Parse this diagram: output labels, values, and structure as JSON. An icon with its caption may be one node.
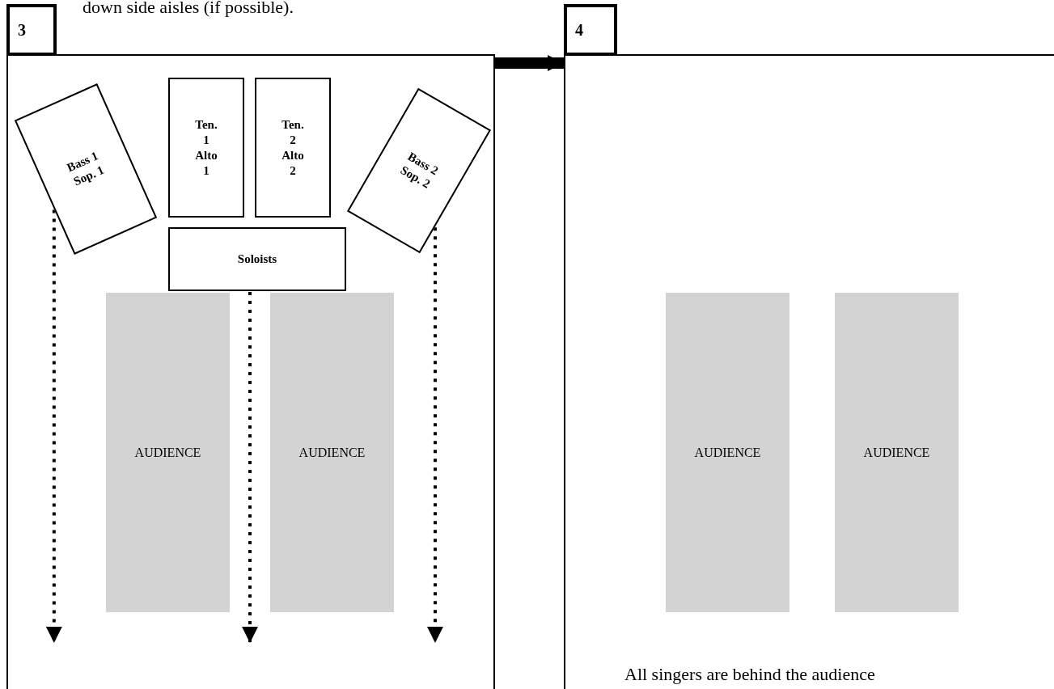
{
  "diagram": {
    "nodes": [
      {
        "text": [
          "3"
        ]
      },
      {
        "text": [
          "Bass 1 Sop. 1"
        ],
        "in": 0
      },
      {
        "text": [
          "Ten. 1 Alto 1"
        ],
        "in": 0
      },
      {
        "text": [
          "Ten. 2 Alto 2"
        ],
        "in": 0
      },
      {
        "text": [
          "Bass 2 Sop. 2"
        ],
        "in": 0
      },
      {
        "text": [
          "Soloists"
        ],
        "in": 0
      },
      {
        "text": [
          "AUDIENCE"
        ],
        "in": 0
      },
      {
        "text": [
          "AUDIENCE"
        ],
        "in": 0
      },
      {
        "text": [
          "4",
          "All singers are behind the audience"
        ]
      },
      {
        "text": [
          "AUDIENCE"
        ],
        "in": 8
      },
      {
        "text": [
          "AUDIENCE"
        ],
        "in": 8
      }
    ],
    "edges": [
      {
        "from": 0,
        "to": 8,
        "arrow": "to",
        "style": "thick"
      },
      {
        "from": 1,
        "to": null,
        "arrow": "to",
        "style": "dashed"
      },
      {
        "from": 5,
        "to": null,
        "arrow": "to",
        "style": "dashed"
      },
      {
        "from": 4,
        "to": null,
        "arrow": "to",
        "style": "dashed"
      }
    ],
    "labels": [
      "down side aisles (if possible)."
    ]
  }
}
